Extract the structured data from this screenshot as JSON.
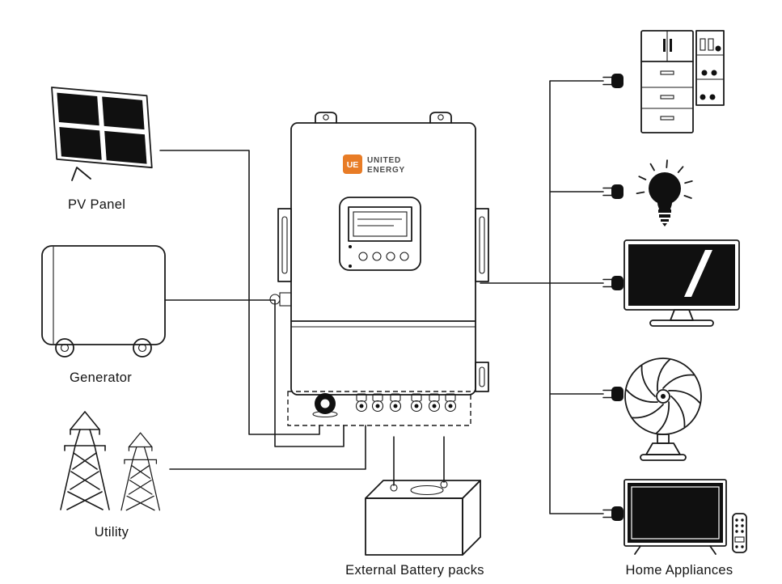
{
  "diagram": {
    "labels": {
      "pv_panel": "PV Panel",
      "generator": "Generator",
      "utility": "Utility",
      "battery": "External Battery packs",
      "appliances": "Home Appliances"
    },
    "inverter": {
      "logo_abbr": "UE",
      "logo_line1": "UNITED",
      "logo_line2": "ENERGY"
    },
    "nodes": [
      "pv-panel",
      "generator",
      "utility-towers",
      "hybrid-inverter",
      "external-battery-packs",
      "refrigerator",
      "light-bulb",
      "monitor",
      "fan",
      "tv-with-remote"
    ],
    "colors": {
      "line": "#1a1a1a",
      "brand_orange": "#e87c26",
      "screen_black": "#101010"
    }
  }
}
